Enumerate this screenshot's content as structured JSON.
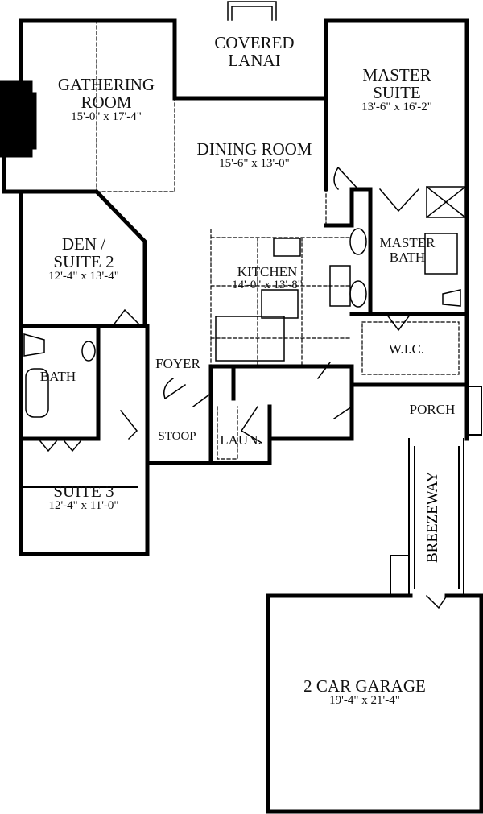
{
  "rooms": {
    "covered_lanai": {
      "name_line1": "COVERED",
      "name_line2": "LANAI"
    },
    "gathering_room": {
      "name_line1": "GATHERING",
      "name_line2": "ROOM",
      "size": "15'-0\" x 17'-4\""
    },
    "master_suite": {
      "name_line1": "MASTER",
      "name_line2": "SUITE",
      "size": "13'-6\" x 16'-2\""
    },
    "dining_room": {
      "name": "DINING ROOM",
      "size": "15'-6\" x 13'-0\""
    },
    "den": {
      "name_line1": "DEN /",
      "name_line2": "SUITE 2",
      "size": "12'-4\" x 13'-4\""
    },
    "kitchen": {
      "name": "KITCHEN",
      "size": "14'-0\" x 13'-8\""
    },
    "master_bath": {
      "name_line1": "MASTER",
      "name_line2": "BATH"
    },
    "wic": {
      "name": "W.I.C."
    },
    "bath": {
      "name": "BATH"
    },
    "foyer": {
      "name": "FOYER"
    },
    "porch": {
      "name": "PORCH"
    },
    "stoop": {
      "name": "STOOP"
    },
    "laundry": {
      "name": "LAUN."
    },
    "suite3": {
      "name": "SUITE 3",
      "size": "12'-4\" x 11'-0\""
    },
    "breezeway": {
      "name": "BREEZEWAY"
    },
    "garage": {
      "name": "2 CAR GARAGE",
      "size": "19'-4\" x 21'-4\""
    }
  }
}
